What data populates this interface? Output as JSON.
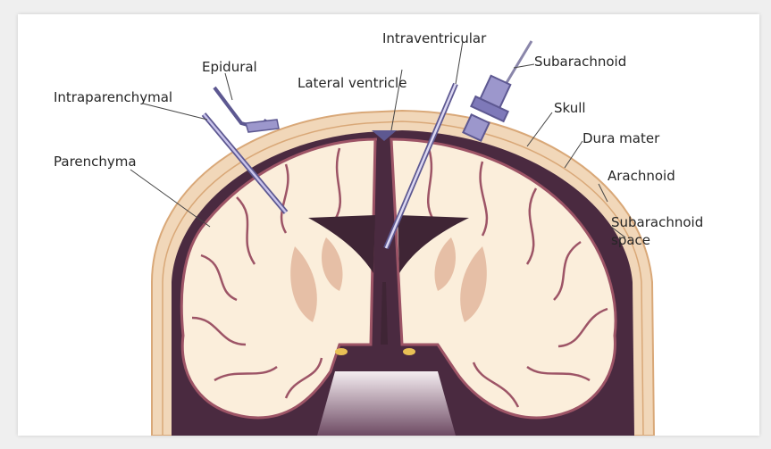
{
  "diagram": {
    "labels": {
      "intraventricular": "Intraventricular",
      "subarachnoid": "Subarachnoid",
      "epidural": "Epidural",
      "lateral_ventricle": "Lateral ventricle",
      "intraparenchymal": "Intraparenchymal",
      "skull": "Skull",
      "dura_mater": "Dura mater",
      "parenchyma": "Parenchyma",
      "arachnoid": "Arachnoid",
      "subarachnoid_space_1": "Subarachnoid",
      "subarachnoid_space_2": "space"
    },
    "colors": {
      "background": "#efefef",
      "skull": "#f1d7b9",
      "skull_line": "#d9a878",
      "dura": "#4a2a40",
      "gyri": "#fbeedb",
      "gyri_outline": "#9d5466",
      "white_matter": "#fdf6e8",
      "ventricle": "#3f2535",
      "deep_nuclei": "#e6bfa6",
      "device": "#9c97cc",
      "device_dark": "#5d5891",
      "brainstem_gradient_top": "#f3e9ee",
      "brainstem_gradient_bottom": "#6e4b64"
    }
  }
}
